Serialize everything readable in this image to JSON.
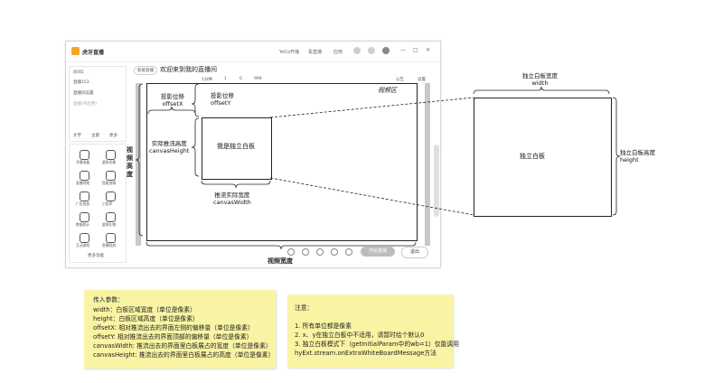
{
  "app": {
    "brand": "虎牙直播",
    "topbar_items": [
      "YoCo开播",
      "看直播",
      "应用"
    ],
    "page_title": "欢迎来到我的直播间",
    "pill": "新版直播",
    "room_label": "房间1",
    "room_sub": "直播153",
    "sidebar_rows": [
      "直播间设置",
      "直播(待启用)"
    ],
    "sidebar_mini": [
      "文字",
      "主题",
      "更多"
    ],
    "grid_labels": [
      "开播准备",
      "虚拟形象",
      "直播特效",
      "智能剪辑",
      "广告投放",
      "小程序",
      "数据统计",
      "虚拟礼物",
      "互动游戏",
      "直播投屏"
    ],
    "more_label": "更多功能",
    "status_bar": [
      "1分钟",
      "1",
      "0",
      "999"
    ],
    "status_right": [
      "公告",
      "设置"
    ],
    "start_button": "开始直播",
    "exit_button": "退出"
  },
  "diagram": {
    "video_region": "视频区",
    "offset_x": [
      "投影位移",
      "offsetX"
    ],
    "offset_y": [
      "投影位移",
      "offsetY"
    ],
    "canvas_height": [
      "实际推流高度",
      "canvasHeight"
    ],
    "board_label": "我是独立白板",
    "canvas_width": [
      "推流实际宽度",
      "canvasWidth"
    ],
    "video_height": "视频高度",
    "video_width": "视频宽度",
    "board_width": [
      "独立白板宽度",
      "width"
    ],
    "board_height": [
      "独立白板高度",
      "height"
    ],
    "big_board_label": "独立白板"
  },
  "notes": {
    "params_title": "传入参数：",
    "params": [
      "width：白板区域宽度（单位是像素）",
      "height：白板区域高度（单位是像素）",
      "offsetX: 相对推流出去的界面左侧的偏移量（单位是像素）",
      "offsetY: 相对推流出去的界面顶部的偏移量（单位是像素）",
      "canvasWidth: 推流出去的界面里白板展占的宽度（单位是像素）",
      "canvasHeight: 推流出去的界面里白板展占的高度（单位是像素）"
    ],
    "notice_title": "注意：",
    "notice": [
      "1. 所有单位都是像素",
      "2. x、y在独立白板中不适用，请暂时给个默认0",
      "3. 独立白板模式下（getInitialParam中的wb=1）仅能调用",
      "hyExt.stream.onExtraWhiteBoardMessage方法"
    ]
  }
}
